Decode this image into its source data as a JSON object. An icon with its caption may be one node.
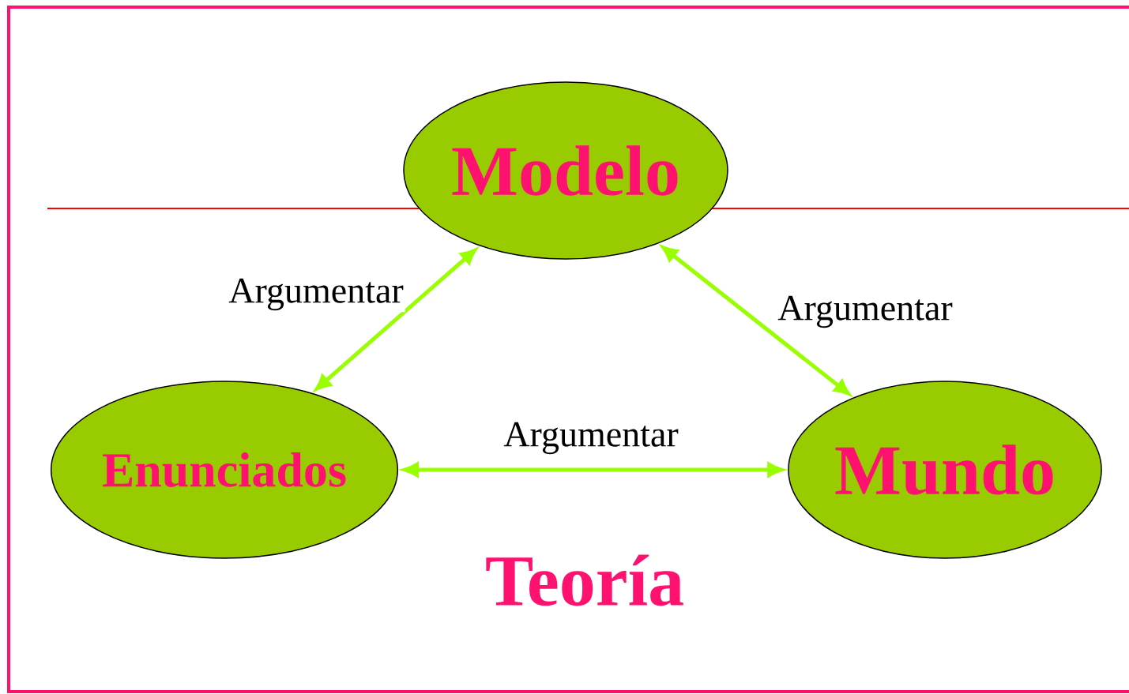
{
  "diagram": {
    "nodes": [
      {
        "text": [
          "Modelo"
        ]
      },
      {
        "text": [
          "Enunciados"
        ]
      },
      {
        "text": [
          "Mundo"
        ]
      }
    ],
    "edges": [
      {
        "from": 1,
        "to": 0,
        "arrow": "both",
        "label": "Argumentar"
      },
      {
        "from": 0,
        "to": 2,
        "arrow": "both",
        "label": "Argumentar"
      },
      {
        "from": 1,
        "to": 2,
        "arrow": "both",
        "label": "Argumentar"
      }
    ],
    "labels": [
      "Teoría"
    ]
  }
}
